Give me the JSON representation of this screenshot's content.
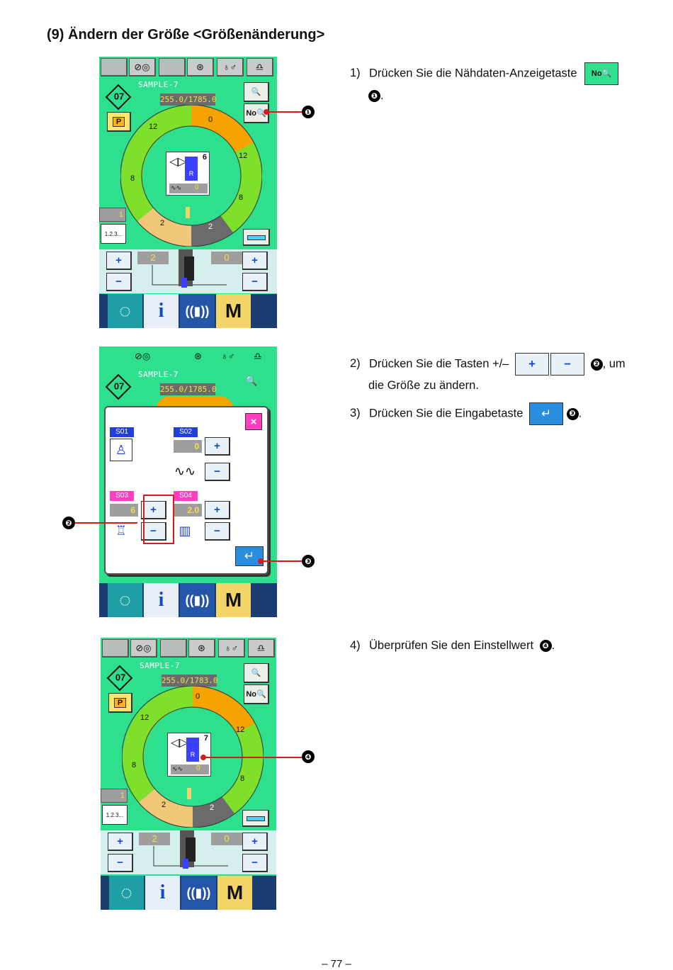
{
  "title": "(9) Ändern der Größe <Größenänderung>",
  "page_number": "– 77 –",
  "steps": [
    {
      "num": "1)",
      "text": "Drücken Sie die Nähdaten-Anzeigetaste",
      "tail": "."
    },
    {
      "num": "2)",
      "text": "Drücken Sie die Tasten +/–",
      "tail": ", um",
      "line2": "die Größe zu ändern."
    },
    {
      "num": "3)",
      "text": "Drücken Sie die Eingabetaste",
      "tail": "."
    },
    {
      "num": "4)",
      "text": "Überprüfen Sie den Einstellwert",
      "tail": "."
    }
  ],
  "callouts": [
    "❶",
    "❷",
    "❸",
    "❹"
  ],
  "icons": {
    "sewing_data_key": "No-search-icon",
    "plus": "+",
    "minus": "−",
    "enter": "↵"
  },
  "panel1": {
    "pattern_name": "SAMPLE-7",
    "count": "255.0/1785.0",
    "pattern_no": "07",
    "p_label": "P",
    "ring_labels": [
      "0",
      "12",
      "8",
      "2",
      "2",
      "8",
      "12"
    ],
    "size_value": "6",
    "r_label": "R",
    "bar_value": "0",
    "counter": "1",
    "counter_icon_label": "1.2.3...",
    "left_value": "2",
    "right_value": "0"
  },
  "panel2": {
    "pattern_name": "SAMPLE-7",
    "count": "255.0/1785.0",
    "pattern_no": "07",
    "s01": "S01",
    "s02": "S02",
    "s03": "S03",
    "s04": "S04",
    "s02_value": "0",
    "s03_value": "6",
    "s04_value": "2.0",
    "close": "×"
  },
  "panel3": {
    "pattern_name": "SAMPLE-7",
    "count": "255.0/1783.0",
    "pattern_no": "07",
    "p_label": "P",
    "ring_labels": [
      "0",
      "12",
      "8",
      "2",
      "2",
      "8",
      "12"
    ],
    "size_value": "7",
    "r_label": "R",
    "bar_value": "0",
    "counter": "1",
    "counter_icon_label": "1.2.3...",
    "left_value": "2",
    "right_value": "0"
  },
  "bottom_bar": {
    "info": "i",
    "mode": "M"
  },
  "colors": {
    "panel_green": "#2ee08e",
    "ring_orange": "#f5a300",
    "ring_green": "#7ee02a",
    "ring_tan": "#f0c878",
    "ring_gray": "#6b6b6b",
    "callout_red": "#d51b1b"
  }
}
